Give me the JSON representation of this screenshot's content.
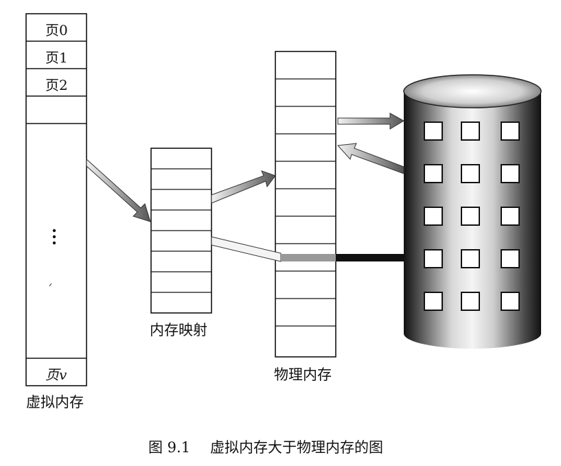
{
  "virtual_memory": {
    "label": "虚拟内存",
    "pages": [
      "页0",
      "页1",
      "页2"
    ],
    "last_page": "页v"
  },
  "memory_map": {
    "label": "内存映射"
  },
  "physical_memory": {
    "label": "物理内存"
  },
  "caption": {
    "figure_number": "图 9.1",
    "text": "虚拟内存大于物理内存的图"
  }
}
